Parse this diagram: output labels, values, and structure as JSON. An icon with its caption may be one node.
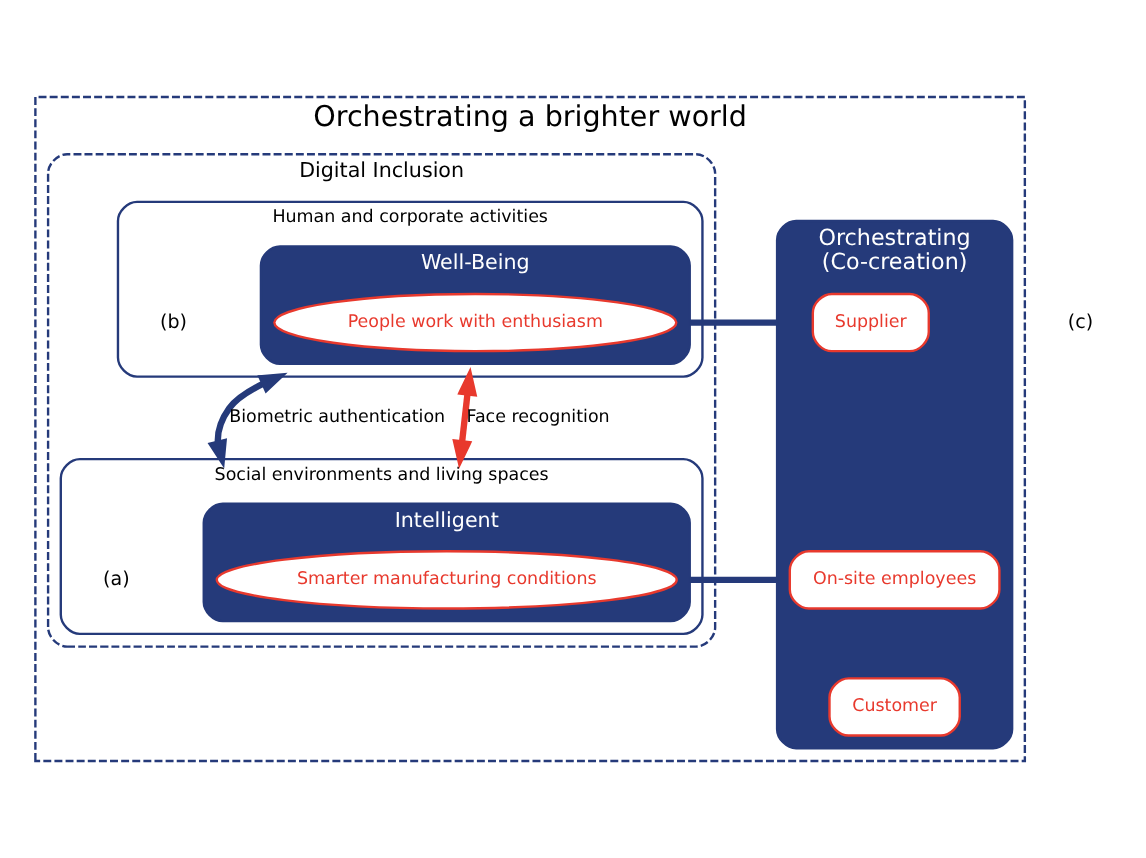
{
  "diagram": {
    "nodes": [
      {
        "text": [
          "Orchestrating a brighter world"
        ]
      },
      {
        "text": [
          "Digital Inclusion"
        ],
        "in": 0
      },
      {
        "text": [
          "Human and corporate activities"
        ],
        "in": 1,
        "beside": [
          "(b)"
        ]
      },
      {
        "text": [
          "Well-Being"
        ],
        "in": 2
      },
      {
        "text": [
          "People work with enthusiasm"
        ],
        "in": 3
      },
      {
        "text": [
          "Social environments and living spaces"
        ],
        "in": 1,
        "beside": [
          "(a)"
        ]
      },
      {
        "text": [
          "Intelligent"
        ],
        "in": 5
      },
      {
        "text": [
          "Smarter manufacturing conditions"
        ],
        "in": 6
      },
      {
        "text": [
          "Orchestrating",
          "(Co-creation)"
        ],
        "in": 0
      },
      {
        "text": [
          "Supplier"
        ],
        "in": 8
      },
      {
        "text": [
          "On-site employees"
        ],
        "in": 8
      },
      {
        "text": [
          "Customer"
        ],
        "in": 8
      }
    ],
    "edges": [
      {
        "from": 3,
        "to": 8,
        "arrow": "none"
      },
      {
        "from": 6,
        "to": 8,
        "arrow": "none"
      },
      {
        "from": 2,
        "to": 5,
        "arrow": "both",
        "label": "Biometric authentication"
      },
      {
        "from": 2,
        "to": 5,
        "arrow": "both",
        "color": "#e8392d",
        "label": "Face recognition"
      }
    ],
    "labels": [
      "(c)"
    ]
  }
}
